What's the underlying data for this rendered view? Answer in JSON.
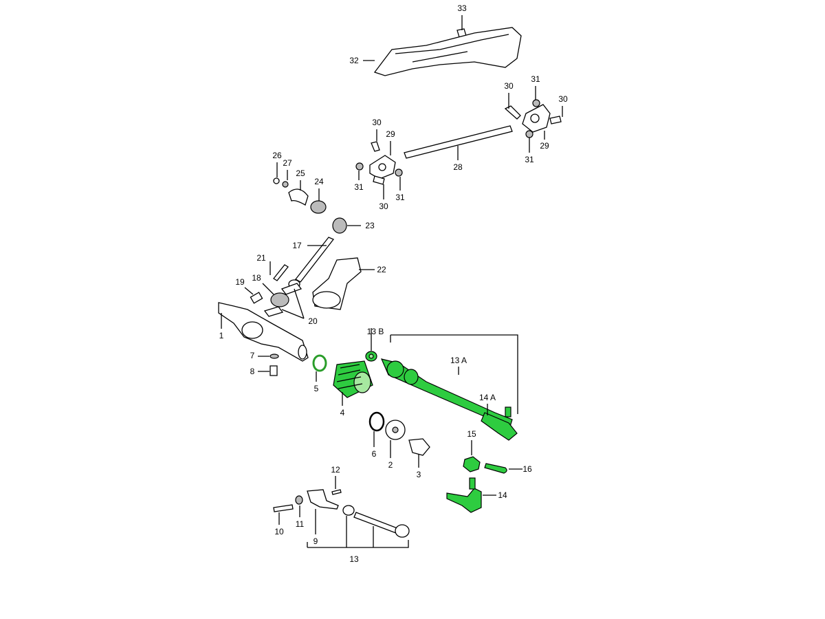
{
  "diagram": {
    "title": "Steering gear exploded parts view",
    "highlight_color": "#2ecc40",
    "labels": [
      "33",
      "32",
      "30",
      "31",
      "30",
      "29",
      "31",
      "30",
      "29",
      "28",
      "31",
      "30",
      "31",
      "26",
      "27",
      "25",
      "24",
      "23",
      "17",
      "22",
      "21",
      "19",
      "18",
      "20",
      "1",
      "13 B",
      "13 A",
      "14 A",
      "7",
      "8",
      "5",
      "4",
      "6",
      "2",
      "3",
      "15",
      "16",
      "14",
      "12",
      "10",
      "11",
      "9",
      "13"
    ]
  }
}
